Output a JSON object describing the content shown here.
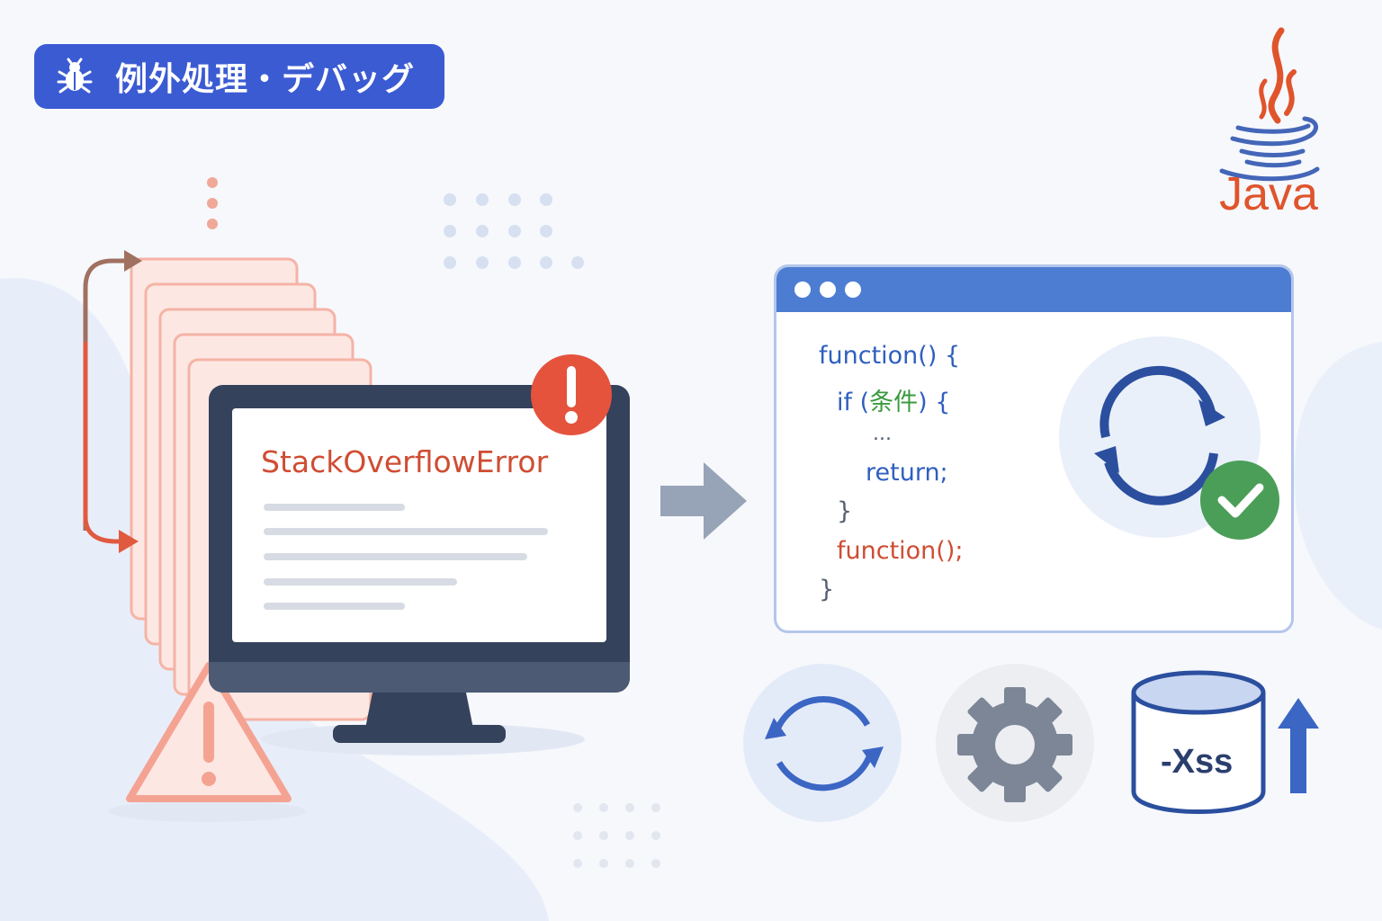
{
  "category_tag": {
    "label": "例外処理・デバッグ",
    "icon": "bug-icon"
  },
  "java_logo": {
    "text": "Java",
    "icon": "java-cup-icon"
  },
  "monitor": {
    "error_title": "StackOverflowError",
    "warning_badge": "!",
    "icons": [
      "exclamation-icon",
      "warning-triangle-icon"
    ]
  },
  "code_window": {
    "lines": {
      "l1": "function() {",
      "l2_kw": "if (",
      "l2_cond": "条件",
      "l2_end": ") {",
      "l3": "...",
      "l4": "return;",
      "l5": "}",
      "l6": "function();",
      "l7": "}"
    }
  },
  "bottom_items": {
    "memory_label": "-Xss"
  },
  "colors": {
    "accent_blue": "#3b5bd3",
    "error_red": "#cf4d33",
    "success_green": "#4b9e58",
    "java_orange": "#e0542c"
  }
}
